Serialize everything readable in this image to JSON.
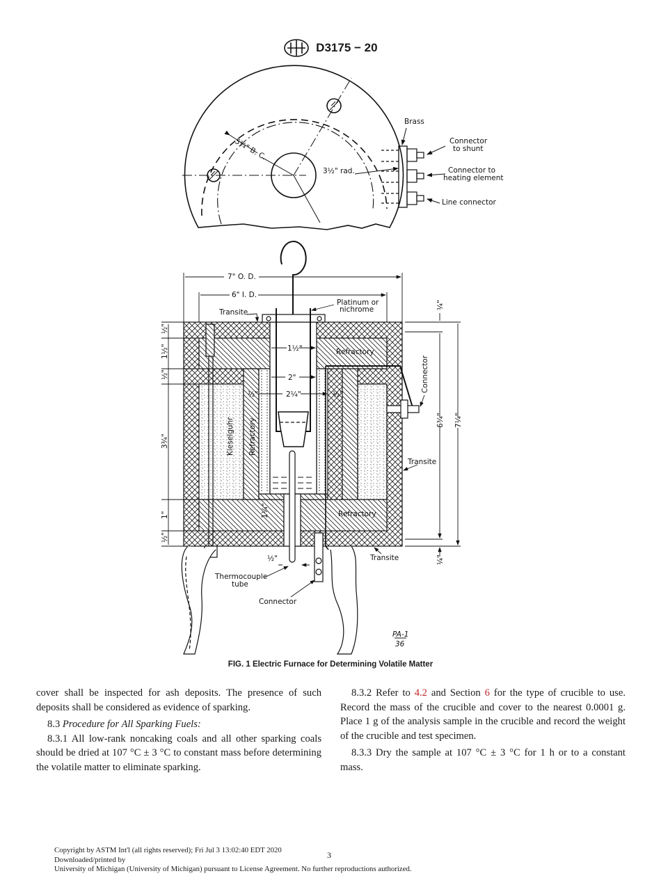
{
  "header": {
    "designation": "D3175 − 20",
    "logo": "ASTM"
  },
  "figure": {
    "caption": "FIG. 1 Electric Furnace for Determining Volatile Matter",
    "top_view_labels": {
      "bc": "5¼\" B. C.",
      "rad": "3½\" rad.",
      "brass": "Brass",
      "shunt1": "Connector",
      "shunt2": "to shunt",
      "heat1": "Connector to",
      "heat2": "heating element",
      "line": "Line connector"
    },
    "side_view_labels": {
      "od": "7\" O. D.",
      "id": "6\" I. D.",
      "transite_top": "Transite",
      "platinum1": "Platinum or",
      "platinum2": "nichrome",
      "refractory_top": "Refractory",
      "refractory_bottom": "Refractory",
      "refractory_left": "Refractory",
      "kieselguhr": "Kieselguhr",
      "connector_right": "Connector",
      "transite_right": "Transite",
      "transite_bottom": "Transite",
      "thermo1": "Thermocouple",
      "thermo2": "tube",
      "connector_bottom": "Connector",
      "d_1_5": "1½\"",
      "d_2": "2\"",
      "d_2_25": "2¼\"",
      "d_half_l": "½\"",
      "d_half_r": "½\"",
      "d_1_25": "1¼\"",
      "d_half_tube": "½\"",
      "l_half1": "½\"",
      "l_1_5": "1½\"",
      "l_half2": "½\"",
      "l_3_75": "3¾\"",
      "l_1": "1\"",
      "l_half3": "½\"",
      "r_quarter_top": "¼\"",
      "r_6_75": "6¾\"",
      "r_7_25": "7¼\"",
      "r_quarter_bot": "¼\"",
      "ref1": "PA-1",
      "ref2": "36"
    }
  },
  "body": {
    "left": {
      "p1": "cover shall be inspected for ash deposits. The presence of such deposits shall be considered as evidence of sparking.",
      "p2_num": "8.3 ",
      "p2_title": "Procedure for All Sparking Fuels:",
      "p3": "8.3.1 All low-rank noncaking coals and all other sparking coals should be dried at 107 °C ± 3 °C to constant mass before determining the volatile matter to eliminate sparking."
    },
    "right": {
      "p1_a": "8.3.2 Refer to ",
      "p1_link1": "4.2",
      "p1_b": " and Section ",
      "p1_link2": "6",
      "p1_c": " for the type of crucible to use. Record the mass of the crucible and cover to the nearest 0.0001 g. Place 1 g of the analysis sample in the crucible and record the weight of the crucible and test specimen.",
      "p2": "8.3.3 Dry the sample at 107 °C ± 3 °C for 1 h or to a constant mass."
    },
    "link_color": "#c0282d"
  },
  "footer": {
    "line1": "Copyright by ASTM Int'l (all rights reserved); Fri Jul  3 13:02:40 EDT 2020",
    "line2": "Downloaded/printed by",
    "line3": "University of Michigan (University of Michigan) pursuant to License Agreement. No further reproductions authorized.",
    "page": "3"
  }
}
